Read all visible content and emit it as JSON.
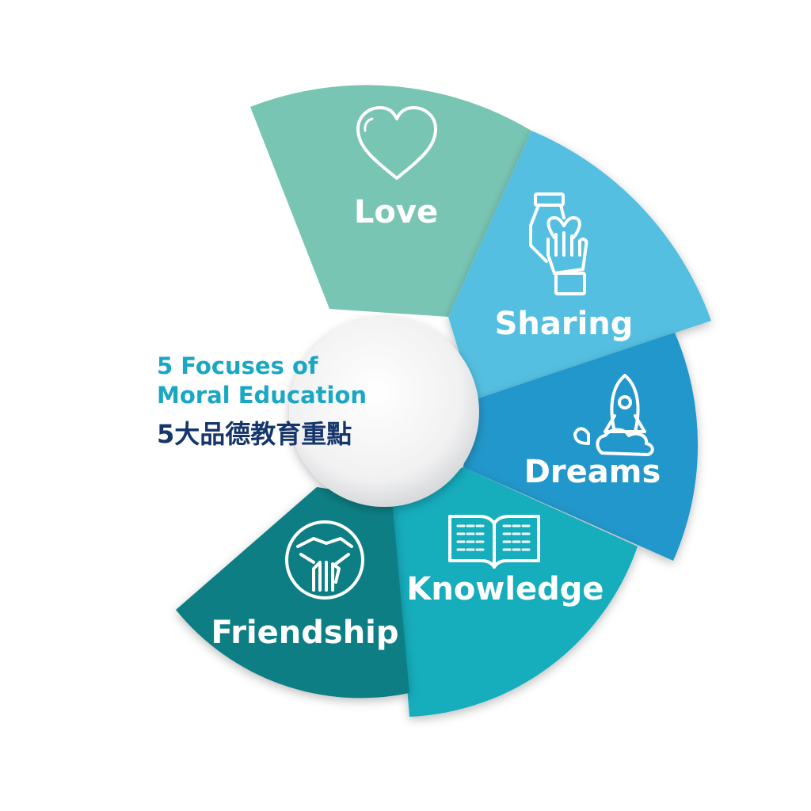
{
  "title": {
    "line1": "5 Focuses of",
    "line2": "Moral Education",
    "line3": "5大品德教育重點"
  },
  "segments": [
    {
      "label": "Love",
      "color": "#79c5b3",
      "icon": "heart-icon"
    },
    {
      "label": "Sharing",
      "color": "#55bfe1",
      "icon": "hand-holding-heart-icon"
    },
    {
      "label": "Dreams",
      "color": "#2397cb",
      "icon": "rocket-icon"
    },
    {
      "label": "Knowledge",
      "color": "#19adbd",
      "icon": "open-book-icon"
    },
    {
      "label": "Friendship",
      "color": "#0f7f84",
      "icon": "joined-hands-icon"
    }
  ],
  "center_color": "#eeeeef"
}
